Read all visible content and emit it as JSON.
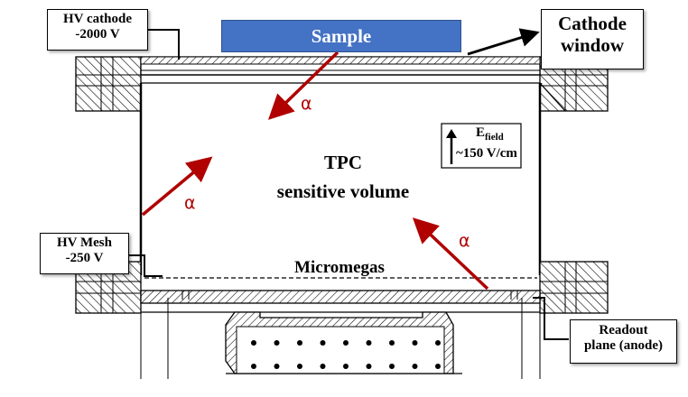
{
  "labels": {
    "sample": "Sample",
    "hv_cathode_line1": "HV cathode",
    "hv_cathode_line2": "-2000 V",
    "cathode_window_line1": "Cathode",
    "cathode_window_line2": "window",
    "tpc_line1": "TPC",
    "tpc_line2": "sensitive volume",
    "efield_main": "E",
    "efield_sub": "field",
    "efield_value": "~150 V/cm",
    "hv_mesh_line1": "HV Mesh",
    "hv_mesh_line2": "-250 V",
    "micromegas": "Micromegas",
    "readout_line1": "Readout",
    "readout_line2": "plane (anode)",
    "alpha": "α"
  },
  "colors": {
    "sample_fill": "#4472c4",
    "alpha_arrow": "#b00000",
    "hatch": "#000000"
  }
}
